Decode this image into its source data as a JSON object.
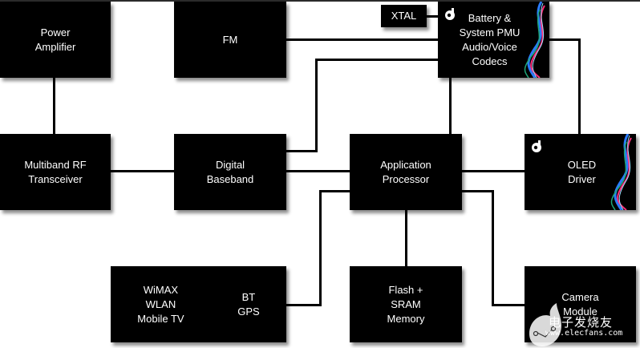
{
  "diagram": {
    "title": "Mobile handset system block diagram",
    "blocks": {
      "power_amplifier": "Power\nAmplifier",
      "fm": "FM",
      "xtal": "XTAL",
      "battery_pmu": "Battery &\nSystem PMU\nAudio/Voice\nCodecs",
      "multiband_rf": "Multiband RF\nTransceiver",
      "digital_baseband": "Digital\nBaseband",
      "application_processor": "Application\nProcessor",
      "oled_driver": "OLED\nDriver",
      "wireless_left": "WiMAX\nWLAN\nMobile TV",
      "wireless_right": "BT\nGPS",
      "flash_sram": "Flash +\nSRAM\nMemory",
      "camera_module": "Camera\nModule"
    },
    "connections": [
      [
        "Power Amplifier",
        "Multiband RF Transceiver"
      ],
      [
        "Multiband RF Transceiver",
        "Digital Baseband"
      ],
      [
        "Digital Baseband",
        "Application Processor"
      ],
      [
        "Digital Baseband",
        "Battery & System PMU"
      ],
      [
        "FM",
        "Battery & System PMU"
      ],
      [
        "XTAL",
        "Battery & System PMU"
      ],
      [
        "Battery & System PMU",
        "Application Processor"
      ],
      [
        "Battery & System PMU",
        "OLED Driver"
      ],
      [
        "Application Processor",
        "OLED Driver"
      ],
      [
        "Application Processor",
        "WiMAX/WLAN/Mobile TV/BT/GPS"
      ],
      [
        "Application Processor",
        "Flash + SRAM Memory"
      ],
      [
        "Application Processor",
        "Camera Module"
      ]
    ],
    "accent_colors": {
      "wave_blue": "#2a7bff",
      "wave_pink": "#ff2f7a",
      "wave_green": "#1fa67a"
    }
  },
  "watermark": {
    "chinese_text": "电子发烧友",
    "url_text": "www.elecfans.com"
  }
}
